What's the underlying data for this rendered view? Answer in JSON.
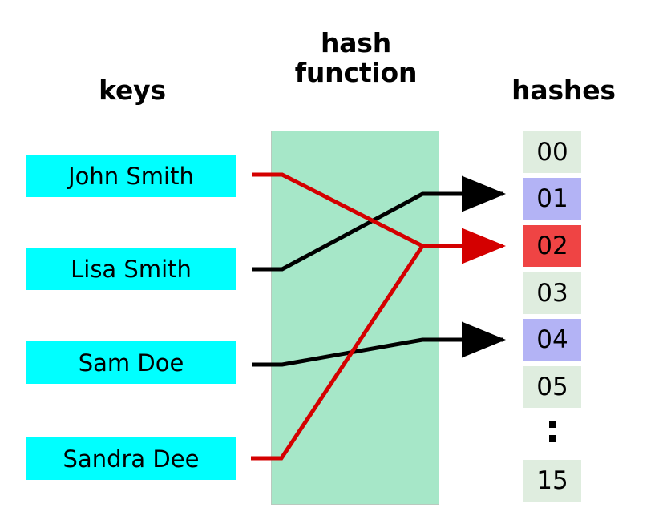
{
  "title": "hash function mapping keys to hashes",
  "headings": {
    "keys": "keys",
    "function": "hash\nfunction",
    "hashes": "hashes"
  },
  "keys": [
    {
      "label": "John Smith",
      "line_color": "#d40000",
      "maps_to": "02"
    },
    {
      "label": "Lisa Smith",
      "line_color": "#000000",
      "maps_to": "01"
    },
    {
      "label": "Sam Doe",
      "line_color": "#000000",
      "maps_to": "04"
    },
    {
      "label": "Sandra Dee",
      "line_color": "#d40000",
      "maps_to": "02"
    }
  ],
  "buckets": [
    {
      "label": "00",
      "state": "empty"
    },
    {
      "label": "01",
      "state": "occupied"
    },
    {
      "label": "02",
      "state": "collision"
    },
    {
      "label": "03",
      "state": "empty"
    },
    {
      "label": "04",
      "state": "occupied"
    },
    {
      "label": "05",
      "state": "empty"
    },
    {
      "label": "15",
      "state": "empty"
    }
  ],
  "ellipsis": ":",
  "colors": {
    "key_box": "#00ffff",
    "panel": "#a6e7c8",
    "bucket_empty": "#dfeddf",
    "bucket_occupied": "#b3b3f5",
    "bucket_collision": "#ef4444",
    "arrow_normal": "#000000",
    "arrow_collision": "#d40000"
  }
}
